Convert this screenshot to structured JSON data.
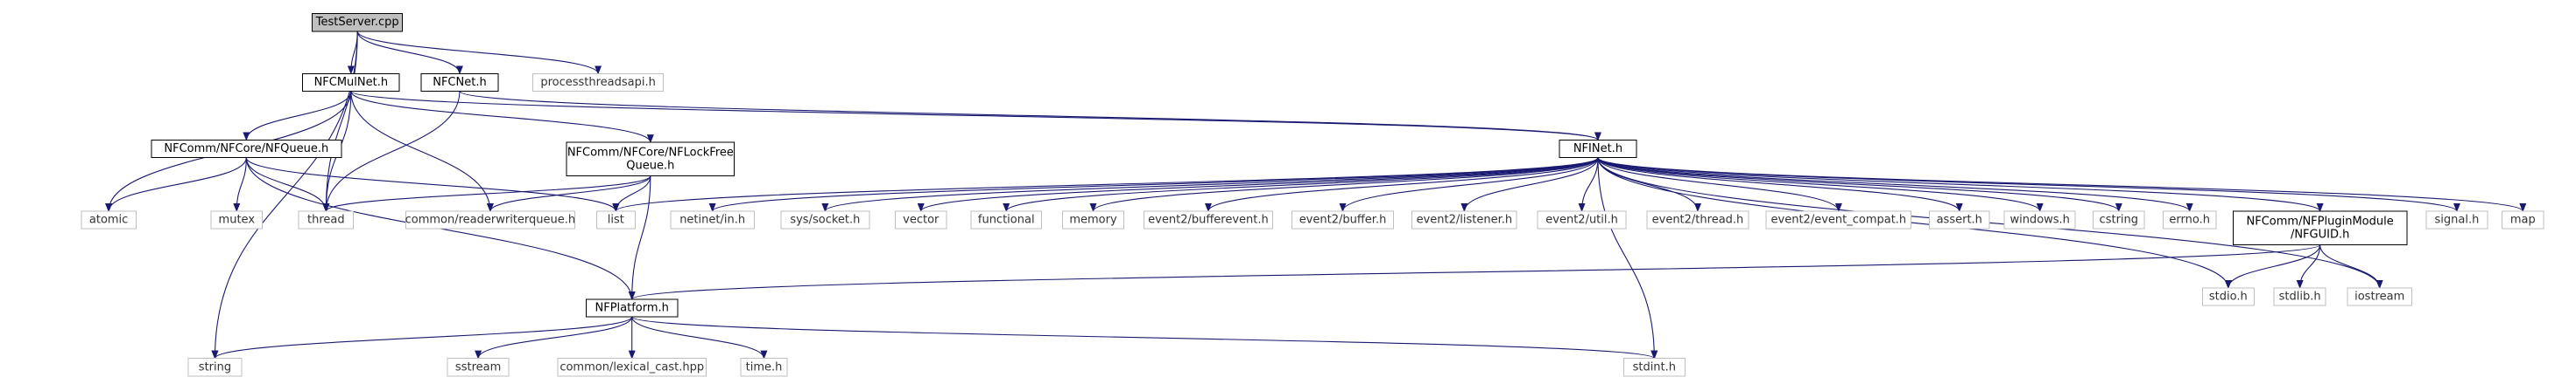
{
  "nodes": [
    {
      "id": "testserver",
      "lines": [
        "TestServer.cpp"
      ],
      "style": "root"
    },
    {
      "id": "nfcmulnet",
      "lines": [
        "NFCMulNet.h"
      ],
      "style": "doc"
    },
    {
      "id": "nfcnet",
      "lines": [
        "NFCNet.h"
      ],
      "style": "doc"
    },
    {
      "id": "processthreadsapi",
      "lines": [
        "processthreadsapi.h"
      ],
      "style": "sys"
    },
    {
      "id": "nfqueue",
      "lines": [
        "NFComm/NFCore/NFQueue.h"
      ],
      "style": "doc"
    },
    {
      "id": "nflockfreequeue",
      "lines": [
        "NFComm/NFCore/NFLockFree",
        "Queue.h"
      ],
      "style": "doc"
    },
    {
      "id": "nfinet",
      "lines": [
        "NFINet.h"
      ],
      "style": "doc"
    },
    {
      "id": "atomic",
      "lines": [
        "atomic"
      ],
      "style": "sys"
    },
    {
      "id": "mutex",
      "lines": [
        "mutex"
      ],
      "style": "sys"
    },
    {
      "id": "thread",
      "lines": [
        "thread"
      ],
      "style": "sys"
    },
    {
      "id": "readerwriterqueue",
      "lines": [
        "common/readerwriterqueue.h"
      ],
      "style": "sys"
    },
    {
      "id": "list",
      "lines": [
        "list"
      ],
      "style": "sys"
    },
    {
      "id": "netinet_in",
      "lines": [
        "netinet/in.h"
      ],
      "style": "sys"
    },
    {
      "id": "sys_socket",
      "lines": [
        "sys/socket.h"
      ],
      "style": "sys"
    },
    {
      "id": "vector",
      "lines": [
        "vector"
      ],
      "style": "sys"
    },
    {
      "id": "functional",
      "lines": [
        "functional"
      ],
      "style": "sys"
    },
    {
      "id": "memory",
      "lines": [
        "memory"
      ],
      "style": "sys"
    },
    {
      "id": "bufferevent",
      "lines": [
        "event2/bufferevent.h"
      ],
      "style": "sys"
    },
    {
      "id": "buffer",
      "lines": [
        "event2/buffer.h"
      ],
      "style": "sys"
    },
    {
      "id": "listener",
      "lines": [
        "event2/listener.h"
      ],
      "style": "sys"
    },
    {
      "id": "util",
      "lines": [
        "event2/util.h"
      ],
      "style": "sys"
    },
    {
      "id": "ev_thread",
      "lines": [
        "event2/thread.h"
      ],
      "style": "sys"
    },
    {
      "id": "event_compat",
      "lines": [
        "event2/event_compat.h"
      ],
      "style": "sys"
    },
    {
      "id": "assert",
      "lines": [
        "assert.h"
      ],
      "style": "sys"
    },
    {
      "id": "windows",
      "lines": [
        "windows.h"
      ],
      "style": "sys"
    },
    {
      "id": "cstring",
      "lines": [
        "cstring"
      ],
      "style": "sys"
    },
    {
      "id": "errno",
      "lines": [
        "errno.h"
      ],
      "style": "sys"
    },
    {
      "id": "nfguid",
      "lines": [
        "NFComm/NFPluginModule",
        "/NFGUID.h"
      ],
      "style": "doc"
    },
    {
      "id": "signal",
      "lines": [
        "signal.h"
      ],
      "style": "sys"
    },
    {
      "id": "map",
      "lines": [
        "map"
      ],
      "style": "sys"
    },
    {
      "id": "nfplatform",
      "lines": [
        "NFPlatform.h"
      ],
      "style": "doc"
    },
    {
      "id": "stdio",
      "lines": [
        "stdio.h"
      ],
      "style": "sys"
    },
    {
      "id": "stdlib",
      "lines": [
        "stdlib.h"
      ],
      "style": "sys"
    },
    {
      "id": "iostream",
      "lines": [
        "iostream"
      ],
      "style": "sys"
    },
    {
      "id": "string",
      "lines": [
        "string"
      ],
      "style": "sys"
    },
    {
      "id": "sstream",
      "lines": [
        "sstream"
      ],
      "style": "sys"
    },
    {
      "id": "lexical_cast",
      "lines": [
        "common/lexical_cast.hpp"
      ],
      "style": "sys"
    },
    {
      "id": "time",
      "lines": [
        "time.h"
      ],
      "style": "sys"
    },
    {
      "id": "stdint",
      "lines": [
        "stdint.h"
      ],
      "style": "sys"
    }
  ],
  "edges": [
    [
      "testserver",
      "nfcmulnet"
    ],
    [
      "testserver",
      "nfcnet"
    ],
    [
      "testserver",
      "processthreadsapi"
    ],
    [
      "testserver",
      "thread"
    ],
    [
      "testserver",
      "string"
    ],
    [
      "nfcmulnet",
      "nfqueue"
    ],
    [
      "nfcmulnet",
      "nflockfreequeue"
    ],
    [
      "nfcmulnet",
      "nfinet"
    ],
    [
      "nfcmulnet",
      "atomic"
    ],
    [
      "nfcmulnet",
      "thread"
    ],
    [
      "nfcmulnet",
      "readerwriterqueue"
    ],
    [
      "nfcnet",
      "nfinet"
    ],
    [
      "nfcnet",
      "thread"
    ],
    [
      "nfqueue",
      "atomic"
    ],
    [
      "nfqueue",
      "mutex"
    ],
    [
      "nfqueue",
      "thread"
    ],
    [
      "nfqueue",
      "list"
    ],
    [
      "nfqueue",
      "nfplatform"
    ],
    [
      "nflockfreequeue",
      "thread"
    ],
    [
      "nflockfreequeue",
      "readerwriterqueue"
    ],
    [
      "nflockfreequeue",
      "list"
    ],
    [
      "nflockfreequeue",
      "nfplatform"
    ],
    [
      "nfinet",
      "list"
    ],
    [
      "nfinet",
      "netinet_in"
    ],
    [
      "nfinet",
      "sys_socket"
    ],
    [
      "nfinet",
      "vector"
    ],
    [
      "nfinet",
      "functional"
    ],
    [
      "nfinet",
      "memory"
    ],
    [
      "nfinet",
      "bufferevent"
    ],
    [
      "nfinet",
      "buffer"
    ],
    [
      "nfinet",
      "listener"
    ],
    [
      "nfinet",
      "util"
    ],
    [
      "nfinet",
      "ev_thread"
    ],
    [
      "nfinet",
      "event_compat"
    ],
    [
      "nfinet",
      "assert"
    ],
    [
      "nfinet",
      "windows"
    ],
    [
      "nfinet",
      "cstring"
    ],
    [
      "nfinet",
      "errno"
    ],
    [
      "nfinet",
      "nfguid"
    ],
    [
      "nfinet",
      "stdio"
    ],
    [
      "nfinet",
      "iostream"
    ],
    [
      "nfinet",
      "signal"
    ],
    [
      "nfinet",
      "map"
    ],
    [
      "nfinet",
      "stdint"
    ],
    [
      "nfguid",
      "nfplatform"
    ],
    [
      "nfguid",
      "stdio"
    ],
    [
      "nfguid",
      "stdlib"
    ],
    [
      "nfguid",
      "iostream"
    ],
    [
      "nfplatform",
      "string"
    ],
    [
      "nfplatform",
      "sstream"
    ],
    [
      "nfplatform",
      "lexical_cast"
    ],
    [
      "nfplatform",
      "time"
    ],
    [
      "nfplatform",
      "stdint"
    ]
  ],
  "colors": {
    "background": "#ffffff",
    "root_fill": "#bfbfbf",
    "node_fill": "#ffffff",
    "doc_border": "#000000",
    "sys_border": "#bfbfbf",
    "edge": "#191970",
    "text_dark": "#000000",
    "text_sys": "#333333"
  }
}
